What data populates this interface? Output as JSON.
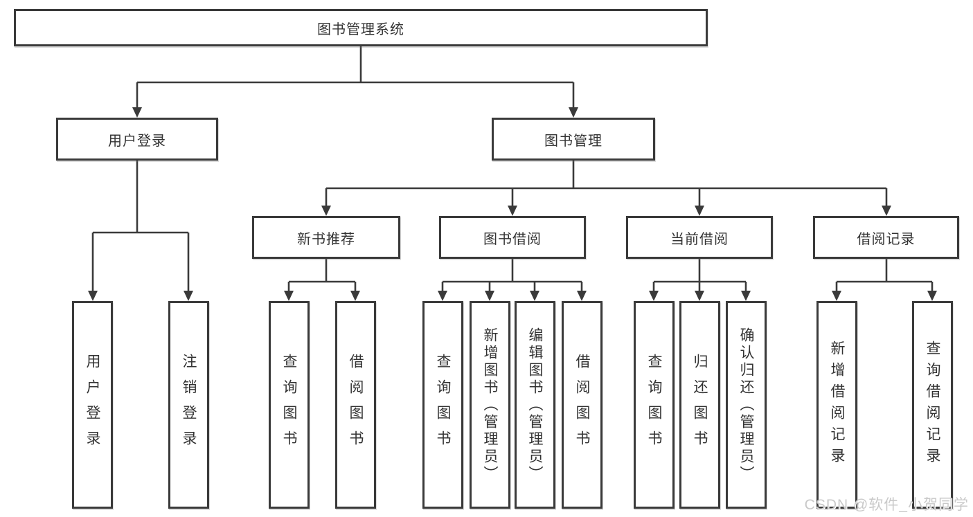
{
  "diagram": {
    "type": "tree",
    "colors": {
      "line": "#3a3a3a",
      "box_border": "#3a3a3a",
      "text": "#333333",
      "background": "#ffffff",
      "watermark": "#c9c9c9"
    },
    "tree": {
      "label": "图书管理系统",
      "children": [
        {
          "label": "用户登录",
          "children": [
            {
              "label": "用户登录"
            },
            {
              "label": "注销登录"
            }
          ]
        },
        {
          "label": "图书管理",
          "children": [
            {
              "label": "新书推荐",
              "children": [
                {
                  "label": "查询图书"
                },
                {
                  "label": "借阅图书"
                }
              ]
            },
            {
              "label": "图书借阅",
              "children": [
                {
                  "label": "查询图书"
                },
                {
                  "label": "新增图书（管理员）"
                },
                {
                  "label": "编辑图书（管理员）"
                },
                {
                  "label": "借阅图书"
                }
              ]
            },
            {
              "label": "当前借阅",
              "children": [
                {
                  "label": "查询图书"
                },
                {
                  "label": "归还图书"
                },
                {
                  "label": "确认归还（管理员）"
                }
              ]
            },
            {
              "label": "借阅记录",
              "children": [
                {
                  "label": "新增借阅记录"
                },
                {
                  "label": "查询借阅记录"
                }
              ]
            }
          ]
        }
      ]
    },
    "watermark": {
      "text": "CSDN @软件_小贺同学"
    }
  }
}
